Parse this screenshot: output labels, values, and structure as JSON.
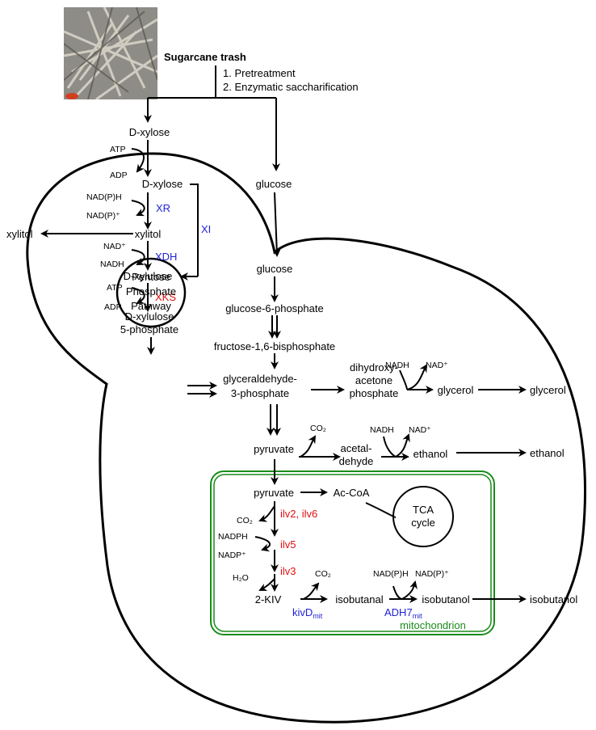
{
  "source": {
    "title": "Sugarcane trash",
    "steps": [
      "1.  Pretreatment",
      "2.  Enzymatic saccharification"
    ]
  },
  "xylose_pathway": {
    "d_xylose_outer": "D-xylose",
    "atp1": "ATP",
    "adp1": "ADP",
    "d_xylose_inner": "D-xylose",
    "nadph_in": "NAD(P)H",
    "nadp_out": "NAD(P)⁺",
    "xr": "XR",
    "xi": "XI",
    "xylitol_in": "xylitol",
    "xylitol_out": "xylitol",
    "nad_in": "NAD⁺",
    "nadh_out": "NADH",
    "xdh": "XDH",
    "d_xylulose": "D-xylulose",
    "atp2": "ATP",
    "adp2": "ADP",
    "xks": "XKS",
    "xylulose5p_line1": "D-xylulose",
    "xylulose5p_line2": "5-phosphate",
    "ppp_line1": "Pentose",
    "ppp_line2": "Phosphate",
    "ppp_line3": "Pathway"
  },
  "glycolysis": {
    "glucose_outer": "glucose",
    "glucose_inner": "glucose",
    "g6p": "glucose-6-phosphate",
    "f16bp": "fructose-1,6-bisphosphate",
    "gap_line1": "glyceraldehyde-",
    "gap_line2": "3-phosphate",
    "dhap_line1": "dihydroxy-",
    "dhap_line2": "acetone",
    "dhap_line3": "phosphate",
    "nadh_gly": "NADH",
    "nad_gly": "NAD⁺",
    "glycerol_in": "glycerol",
    "glycerol_out": "glycerol",
    "pyruvate": "pyruvate",
    "co2_pdc": "CO₂",
    "acet_line1": "acetal-",
    "acet_line2": "dehyde",
    "nadh_eth": "NADH",
    "nad_eth": "NAD⁺",
    "ethanol_in": "ethanol",
    "ethanol_out": "ethanol"
  },
  "mitochondrion": {
    "pyruvate": "pyruvate",
    "acetyl_coa": "Ac-CoA",
    "tca_line1": "TCA",
    "tca_line2": "cycle",
    "co2_1": "CO₂",
    "ilv26": "ilv2, ilv6",
    "nadph": "NADPH",
    "nadp": "NADP⁺",
    "ilv5": "ilv5",
    "h2o": "H₂O",
    "ilv3": "ilv3",
    "kiv": "2-KIV",
    "co2_2": "CO₂",
    "kivd": "kivD",
    "kivd_sub": "mit",
    "isobutanal": "isobutanal",
    "nadph_adh": "NAD(P)H",
    "nadp_adh": "NAD(P)⁺",
    "adh7": "ADH7",
    "adh7_sub": "mit",
    "isobutanol_in": "isobutanol",
    "isobutanol_out": "isobutanol",
    "label": "mitochondrion"
  },
  "colors": {
    "enzyme_heterologous": "#1f1fd6",
    "enzyme_native": "#e01010",
    "mitochondrion": "#1a8c1a"
  }
}
